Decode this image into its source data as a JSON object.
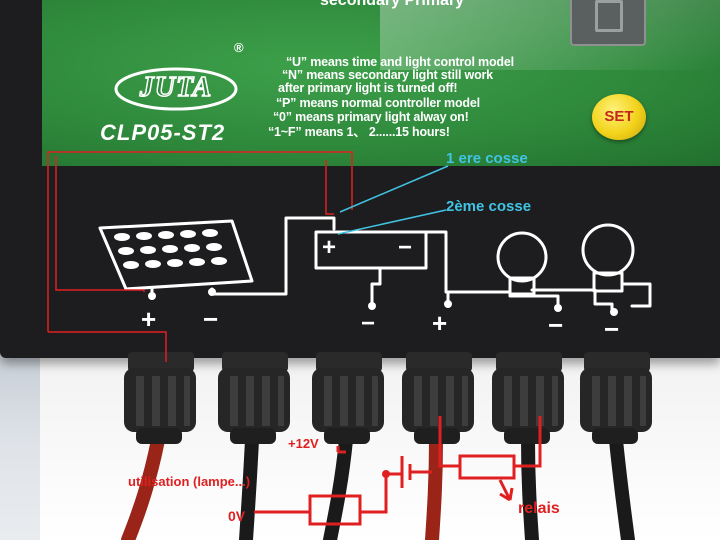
{
  "panel": {
    "top_text": "secondary Primary",
    "brand": "JUTA",
    "registered_mark": "®",
    "model": "CLP05-ST2",
    "legend": [
      "“U”   means time and light control model",
      "“N”   means secondary  light  still  work",
      "        after primary light is turned off!",
      "“P”   means normal controller model",
      "“0”   means primary light alway on!",
      "“1~F”   means 1、 2......15 hours!"
    ],
    "set_button": "SET"
  },
  "terminals": {
    "solar_plus": "+",
    "solar_minus": "−",
    "battery_plus": "+",
    "battery_minus": "−",
    "battery_bottom": "−",
    "load1_plus": "+",
    "load1_minus": "−",
    "load2_minus": "−"
  },
  "annotations": {
    "cosse1": "1 ere cosse",
    "cosse2": "2ème cosse",
    "plus12v": "+12V",
    "utilisation": "utilisation (lampe...)",
    "zero_v": "0V",
    "relais": "relais"
  },
  "colors": {
    "panel_green": "#2f8a3c",
    "case_black": "#1d1d1f",
    "annotation_red": "#e02020",
    "annotation_cyan": "#41c4e4",
    "set_yellow": "#f2d21a"
  }
}
